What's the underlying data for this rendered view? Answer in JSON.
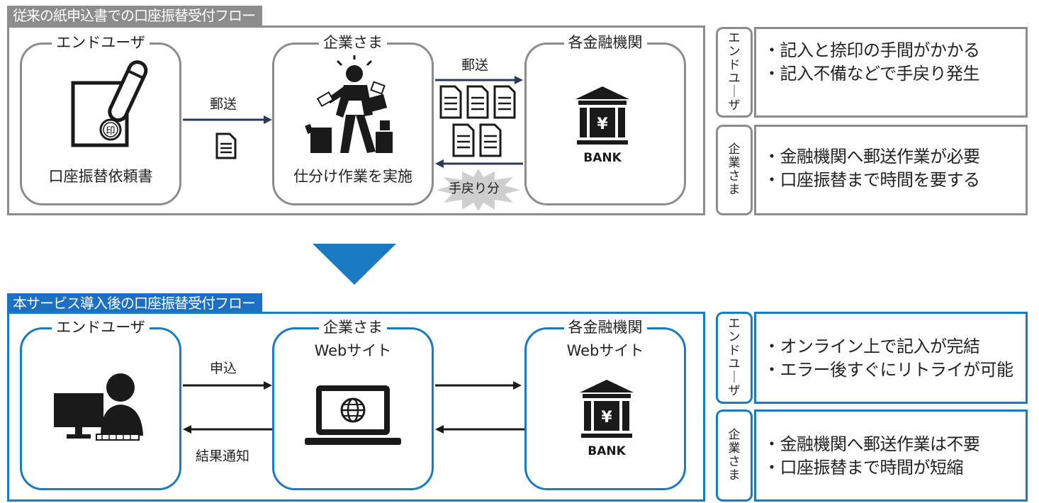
{
  "colors": {
    "gray": "#8c8c8c",
    "blue": "#1a7ac2",
    "label_blue": "#1d6fc1",
    "dark": "#1a1a1a",
    "arrow_navy": "#2b3a55"
  },
  "before": {
    "section_label": "従来の紙申込書での口座振替受付フロー",
    "user": {
      "title": "エンドユーザ",
      "caption": "口座振替依頼書",
      "stamp_char": "印"
    },
    "company": {
      "title": "企業さま",
      "caption": "仕分け作業を実施"
    },
    "bank": {
      "title": "各金融機関",
      "bank_text": "BANK",
      "yen": "¥"
    },
    "flow_mail_1": "郵送",
    "flow_mail_2": "郵送",
    "flow_return": "手戻り分",
    "effects": {
      "user_tab": "エンドユーザ",
      "user_lines": [
        "・記入と捺印の手間がかかる",
        "・記入不備などで手戻り発生"
      ],
      "company_tab": "企業さま",
      "company_lines": [
        "・金融機関へ郵送作業が必要",
        "・口座振替まで時間を要する"
      ]
    }
  },
  "after": {
    "section_label": "本サービス導入後の口座振替受付フロー",
    "user": {
      "title": "エンドユーザ"
    },
    "company": {
      "title": "企業さま",
      "subtitle": "Webサイト"
    },
    "bank": {
      "title": "各金融機関",
      "subtitle": "Webサイト",
      "bank_text": "BANK",
      "yen": "¥"
    },
    "flow_apply": "申込",
    "flow_result": "結果通知",
    "effects": {
      "user_tab": "エンドユーザ",
      "user_lines": [
        "・オンライン上で記入が完結",
        "・エラー後すぐにリトライが可能"
      ],
      "company_tab": "企業さま",
      "company_lines": [
        "・金融機関へ郵送作業は不要",
        "・口座振替まで時間が短縮"
      ]
    }
  }
}
